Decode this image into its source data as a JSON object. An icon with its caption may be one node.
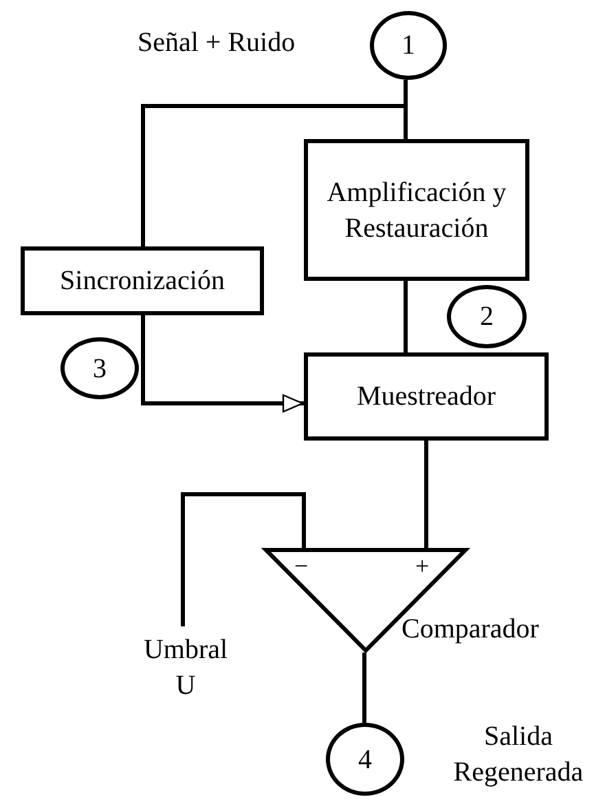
{
  "diagram": {
    "nodes": [
      {
        "text": [
          "1"
        ],
        "beside": [
          "Señal + Ruido"
        ]
      },
      {
        "text": [
          "Amplificación y Restauración"
        ]
      },
      {
        "text": [
          "Sincronización"
        ]
      },
      {
        "text": [
          "2"
        ]
      },
      {
        "text": [
          "3"
        ]
      },
      {
        "text": [
          "Muestreador"
        ]
      },
      {
        "text": [
          "−",
          "+"
        ],
        "beside": [
          "Comparador"
        ]
      },
      {
        "text": [
          "Umbral U"
        ]
      },
      {
        "text": [
          "4"
        ],
        "beside": [
          "Salida Regenerada"
        ]
      }
    ],
    "edges": [
      {
        "from": 0,
        "to": 1,
        "arrow": "none"
      },
      {
        "from": 0,
        "to": 2,
        "arrow": "none"
      },
      {
        "from": 1,
        "to": 5,
        "arrow": "none"
      },
      {
        "from": 2,
        "to": 5,
        "arrow": "to"
      },
      {
        "from": 5,
        "to": 6,
        "arrow": "none"
      },
      {
        "from": 7,
        "to": 6,
        "arrow": "none"
      },
      {
        "from": 6,
        "to": 8,
        "arrow": "none"
      }
    ]
  }
}
